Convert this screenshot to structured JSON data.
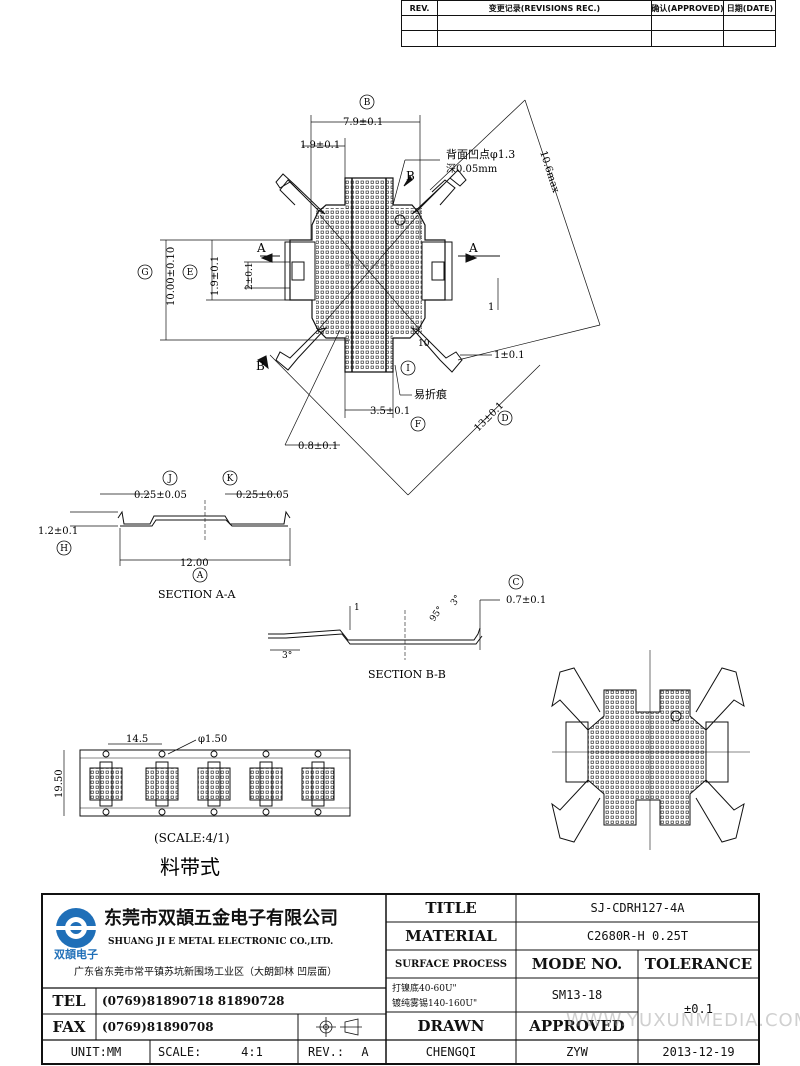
{
  "revision_table": {
    "headers": [
      "REV.",
      "变更记录(REVISIONS REC.)",
      "确认(APPROVED)",
      "日期(DATE)"
    ]
  },
  "drawing": {
    "dim_top": "7.9±0.1",
    "dim_top_left": "1.9±0.1",
    "dim_left_outer": "10.00±0.10",
    "dim_left_inner": "1.9±0.1",
    "dim_left_small": "2±0.1",
    "dim_diag": "10.6max",
    "note_back": "背面凹点φ1.3",
    "note_depth": "深0.05mm",
    "note_break": "易折痕",
    "dim_bottom": "3.5±0.1",
    "dim_right_small": "1±0.1",
    "dim_bottom_left": "0.8±0.1",
    "dim_small_10": "10",
    "dim_diag_bottom": "13±0.1",
    "label_one": "1",
    "marker_a": "A",
    "marker_b": "B",
    "bubbles": [
      "B",
      "G",
      "E",
      "D",
      "F",
      "I",
      "J",
      "K",
      "H",
      "A",
      "C"
    ],
    "section_aa": {
      "dim_left": "0.25±0.05",
      "dim_right": "0.25±0.05",
      "dim_height": "1.2±0.1",
      "dim_width": "12.00",
      "caption": "SECTION A-A"
    },
    "section_bb": {
      "dim_thickness": "0.7±0.1",
      "angle_95": "95°",
      "angle_3a": "3°",
      "angle_3b": "3°",
      "label_one": "1",
      "caption": "SECTION B-B"
    },
    "tape": {
      "pitch": "14.5",
      "hole": "φ1.50",
      "width": "19.50",
      "scale": "(SCALE:4/1)",
      "caption": "料带式"
    }
  },
  "title_block": {
    "company_cn": "东莞市双頡五金电子有限公司",
    "company_en": "SHUANG JI E METAL ELECTRONIC CO.,LTD.",
    "logo_text": "双頡电子",
    "address": "广东省东莞市常平镇苏坑新围场工业区（大朗卸林 凹层面）",
    "tel_label": "TEL",
    "tel_value": "(0769)81890718  81890728",
    "fax_label": "FAX",
    "fax_value": "(0769)81890708",
    "unit": "UNIT:MM",
    "scale_label": "SCALE:",
    "scale_value": "4:1",
    "rev_label": "REV.:",
    "rev_value": "A",
    "title_label": "TITLE",
    "title_value": "SJ-CDRH127-4A",
    "material_label": "MATERIAL",
    "material_value": "C2680R-H 0.25T",
    "surface_label": "SURFACE PROCESS",
    "mode_label": "MODE NO.",
    "tolerance_label": "TOLERANCE",
    "surface_line1": "打镍底40-60U\"",
    "surface_line2": "镀纯雾锡140-160U\"",
    "mode_value": "SM13-18",
    "tolerance_value": "±0.1",
    "drawn_label": "DRAWN",
    "approved_label": "APPROVED",
    "drawn_value": "CHENGQI",
    "approved_value": "ZYW",
    "date_value": "2013-12-19"
  },
  "watermark": "WWW.YUXUNMEDIA.COM"
}
